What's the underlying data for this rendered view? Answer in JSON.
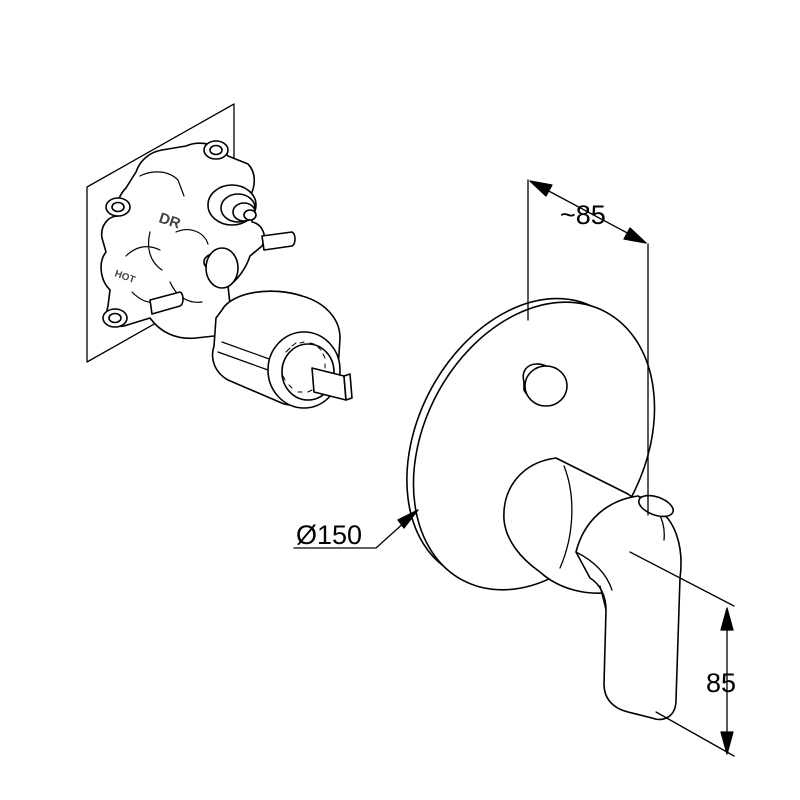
{
  "dimensions": {
    "depth": "~85",
    "diameter": "Ø150",
    "lever_height": "85"
  },
  "body_markings": {
    "top": "DR",
    "side": "HOT"
  },
  "colors": {
    "line": "#000000",
    "background": "#ffffff"
  }
}
